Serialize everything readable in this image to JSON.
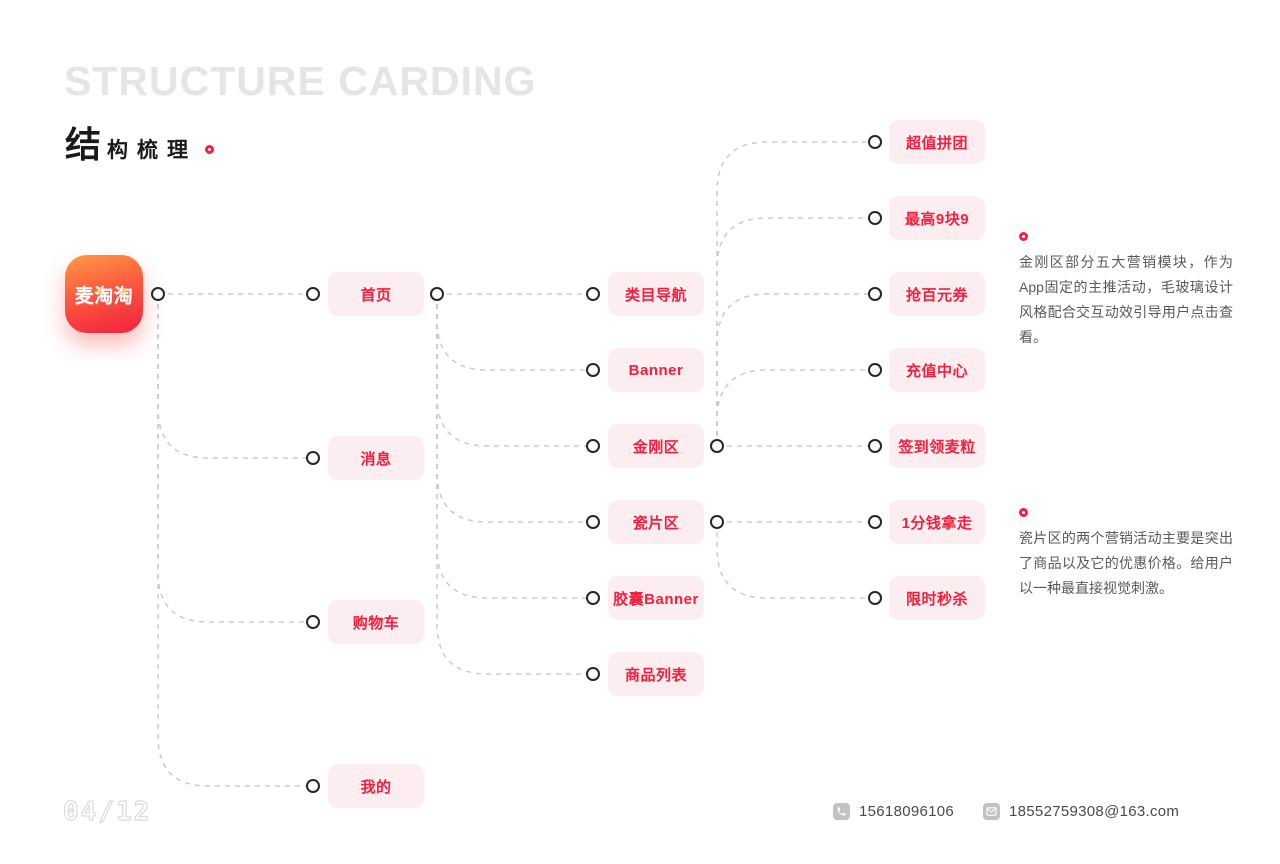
{
  "header": {
    "title_en": "STRUCTURE CARDING",
    "title_zh_lead": "结",
    "title_zh_rest": "构梳理"
  },
  "logo": {
    "app_name": "麦淘淘"
  },
  "tree": {
    "level1": [
      "首页",
      "消息",
      "购物车",
      "我的"
    ],
    "level2": [
      "类目导航",
      "Banner",
      "金刚区",
      "瓷片区",
      "胶囊Banner",
      "商品列表"
    ],
    "level3_jingang": [
      "超值拼团",
      "最高9块9",
      "抢百元券",
      "充值中心",
      "签到领麦粒"
    ],
    "level3_cipian": [
      "1分钱拿走",
      "限时秒杀"
    ]
  },
  "annotations": [
    {
      "text": "金刚区部分五大营销模块，作为App固定的主推活动，毛玻璃设计风格配合交互动效引导用户点击查看。"
    },
    {
      "text": "瓷片区的两个营销活动主要是突出了商品以及它的优惠价格。给用户以一种最直接视觉刺激。"
    }
  ],
  "footer": {
    "page_number": "04/12",
    "phone": "15618096106",
    "email": "18552759308@163.com"
  },
  "colors": {
    "accent_red": "#F2203E",
    "node_bg": "#FCEDF1",
    "line_gray": "#CBCBCB",
    "title_gray": "#E5E5E5",
    "logo_gradient_top": "#FF9A44",
    "logo_gradient_bottom": "#F2203E"
  }
}
